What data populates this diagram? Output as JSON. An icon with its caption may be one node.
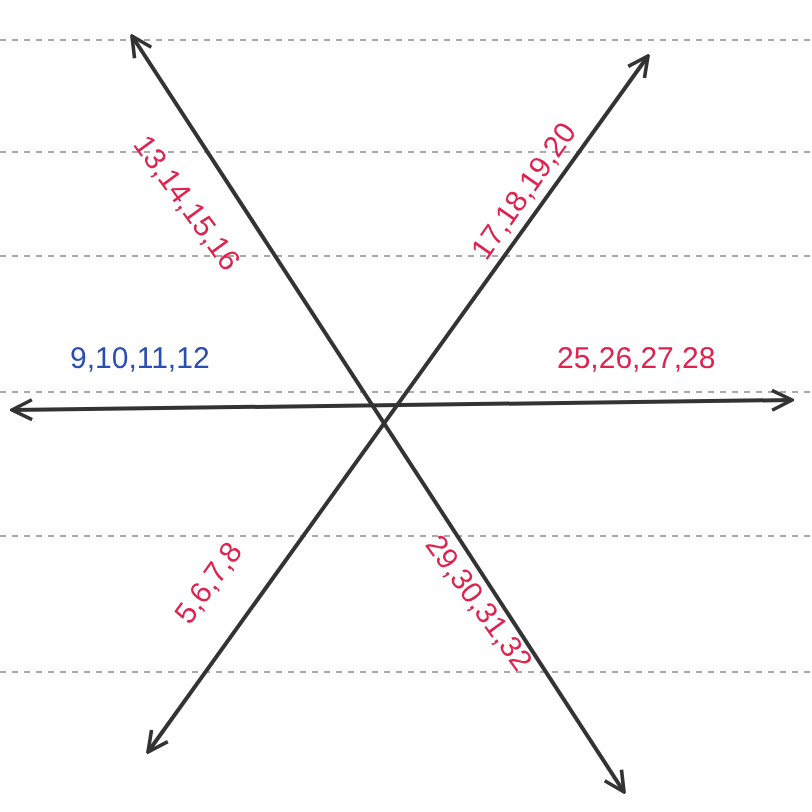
{
  "diagram": {
    "labels": [
      "13,14,15,16",
      "17,18,19,20",
      "9,10,11,12",
      "25,26,27,28",
      "5,6,7,8",
      "29,30,31,32"
    ]
  }
}
